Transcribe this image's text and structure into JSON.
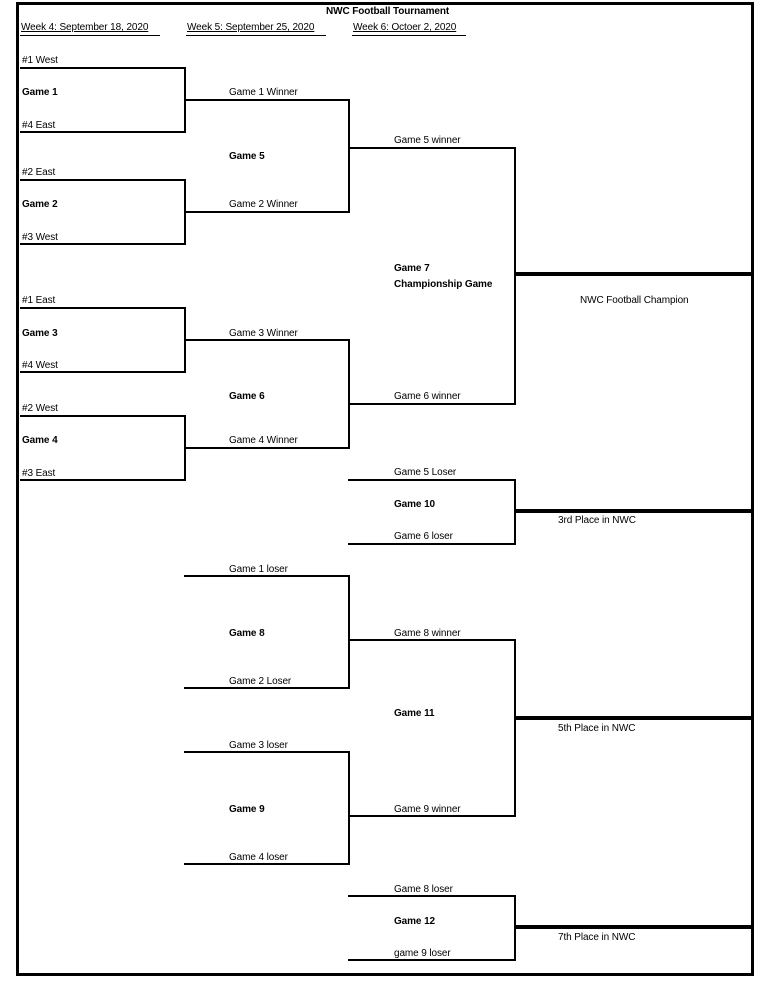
{
  "title": "NWC Football Tournament",
  "weeks": [
    "Week 4: September 18, 2020",
    "Week 5: September 25, 2020",
    "Week 6: Octoer 2, 2020"
  ],
  "round1": {
    "g1": {
      "top": "#1 West",
      "label": "Game 1",
      "bottom": "#4  East"
    },
    "g2": {
      "top": "#2 East",
      "label": "Game 2",
      "bottom": "#3 West"
    },
    "g3": {
      "top": "#1 East",
      "label": "Game 3",
      "bottom": "#4 West"
    },
    "g4": {
      "top": "#2 West",
      "label": "Game 4",
      "bottom": "#3 East"
    }
  },
  "game5": {
    "top": "Game 1  Winner",
    "label": "Game 5",
    "bottom": "Game 2 Winner"
  },
  "game6": {
    "top": "Game 3 Winner",
    "label": "Game 6",
    "bottom": "Game 4 Winner"
  },
  "game7": {
    "top": "Game 5 winner",
    "label": "Game 7",
    "sublabel": "Championship Game",
    "bottom": "Game 6 winner",
    "result": "NWC Football Champion"
  },
  "game10": {
    "top": "Game 5 Loser",
    "label": "Game 10",
    "bottom": "Game 6 loser",
    "result": "3rd Place in NWC"
  },
  "game8": {
    "top": "Game 1 loser",
    "label": "Game 8",
    "bottom": "Game 2 Loser"
  },
  "game9": {
    "top": "Game 3 loser",
    "label": "Game 9",
    "bottom": "Game 4 loser"
  },
  "game11": {
    "top": "Game 8 winner",
    "label": "Game 11",
    "bottom": "Game 9 winner",
    "result": "5th Place in NWC"
  },
  "game12": {
    "top": "Game 8 loser",
    "label": "Game 12",
    "bottom": "game 9 loser",
    "result": "7th Place in NWC"
  }
}
